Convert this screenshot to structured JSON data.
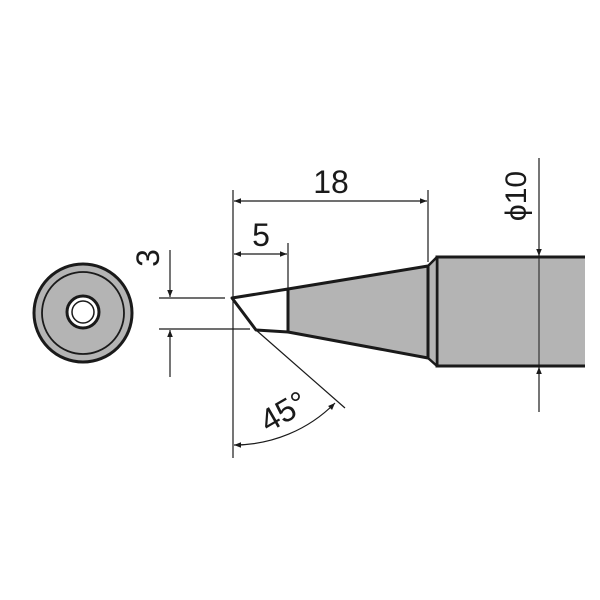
{
  "dimensions": {
    "length_total": "18",
    "length_tip": "5",
    "tip_width": "3",
    "diameter": "ϕ10",
    "angle": "45°"
  },
  "colors": {
    "body_fill": "#b4b4b4",
    "outline": "#1a1a1a",
    "background": "#ffffff"
  }
}
